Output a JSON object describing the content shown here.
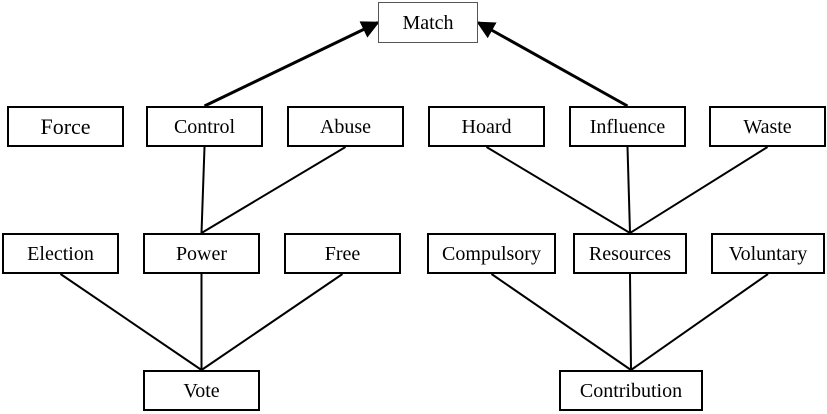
{
  "diagram": {
    "nodes": {
      "match": "Match",
      "force": "Force",
      "control": "Control",
      "abuse": "Abuse",
      "hoard": "Hoard",
      "influence": "Influence",
      "waste": "Waste",
      "election": "Election",
      "power": "Power",
      "free": "Free",
      "compulsory": "Compulsory",
      "resources": "Resources",
      "voluntary": "Voluntary",
      "vote": "Vote",
      "contribution": "Contribution"
    },
    "edges": [
      {
        "from": "control",
        "to": "match",
        "arrow": true
      },
      {
        "from": "influence",
        "to": "match",
        "arrow": true
      },
      {
        "from": "power",
        "to": "control",
        "arrow": false
      },
      {
        "from": "power",
        "to": "abuse",
        "arrow": false
      },
      {
        "from": "resources",
        "to": "hoard",
        "arrow": false
      },
      {
        "from": "resources",
        "to": "influence",
        "arrow": false
      },
      {
        "from": "resources",
        "to": "waste",
        "arrow": false
      },
      {
        "from": "vote",
        "to": "election",
        "arrow": false
      },
      {
        "from": "vote",
        "to": "power",
        "arrow": false
      },
      {
        "from": "vote",
        "to": "free",
        "arrow": false
      },
      {
        "from": "contribution",
        "to": "compulsory",
        "arrow": false
      },
      {
        "from": "contribution",
        "to": "resources",
        "arrow": false
      },
      {
        "from": "contribution",
        "to": "voluntary",
        "arrow": false
      }
    ],
    "line_color": "#000000"
  }
}
